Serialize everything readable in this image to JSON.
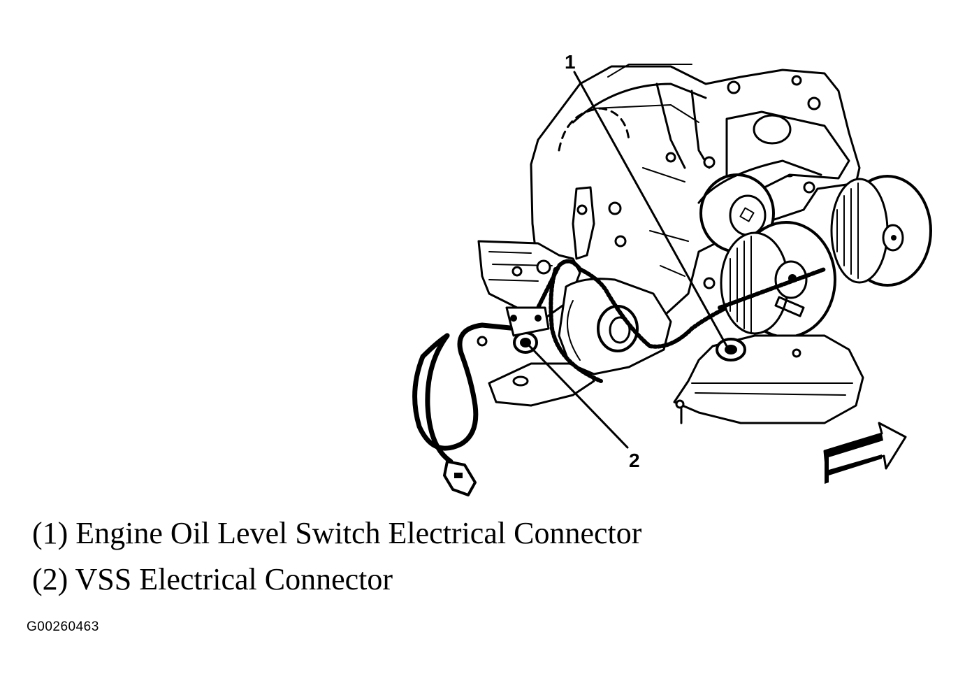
{
  "callouts": [
    {
      "number": "1",
      "text": "(1) Engine Oil Level Switch Electrical Connector"
    },
    {
      "number": "2",
      "text": "(2) VSS Electrical Connector"
    }
  ],
  "figure_id": "G00260463",
  "icons": {
    "direction_arrow": "front-direction-arrow-icon"
  }
}
